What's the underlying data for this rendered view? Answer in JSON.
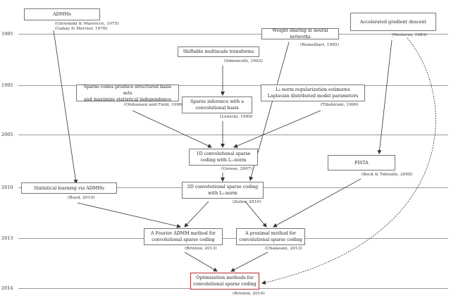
{
  "years": {
    "y1985": "1985",
    "y1995": "1995",
    "y2005": "2005",
    "y2010": "2010",
    "y2013": "2013",
    "y2014": "2014"
  },
  "nodes": {
    "admm": {
      "label": "ADMMs",
      "cite": "(Glowinski & Marrocco, 1975)\n(Gabay & Mercier, 1976)"
    },
    "weight_sharing": {
      "label": "Weight sharing in neural networks",
      "cite": "(Rumelhart, 1985)"
    },
    "accelerated": {
      "label": "Accelerated gradient descent",
      "cite": "(Nesterov, 1983)"
    },
    "shiftable": {
      "label": "Shiftable multiscale transforms",
      "cite": "(Simoncelli, 1992)"
    },
    "sparse_codes": {
      "label": "Sparse codes produce structured basis sets\nand maximize statistical independence",
      "cite": "(Olshausen and Field, 1996)"
    },
    "sparse_inference": {
      "label": "Sparse inference with a\nconvolutional basis",
      "cite": "(Lewicki, 1999)"
    },
    "l1_reg": {
      "label": "L₁-norm regularization estimates\nLaplacian distributed model parameters",
      "cite": "(Tibshirani, 1996)"
    },
    "conv1d": {
      "label": "1D convolutional sparse\ncoding with L₁-norm",
      "cite": "(Grosse, 2007)"
    },
    "fista": {
      "label": "FISTA",
      "cite": "(Beck & Teboulle, 2008)"
    },
    "stat_learning": {
      "label": "Statistical learning via ADMMs",
      "cite": "(Boyd, 2010)"
    },
    "conv2d": {
      "label": "2D convolutional sparse coding\nwith L₁-norm",
      "cite": "(Zeiler, 2010)"
    },
    "fourier_admm": {
      "label": "A Fourier ADMM method for\nconvolutional sparse coding",
      "cite": "(Bristow, 2013)"
    },
    "proximal": {
      "label": "A proximal method for\nconvolutional sparse coding",
      "cite": "(Chalasani, 2013)"
    },
    "optimization": {
      "label": "Optimization methods for\nconvolutional sparse coding",
      "cite": "(Bristow, 2014)"
    }
  },
  "colors": {
    "final_border": "#b03030",
    "edge": "#333333",
    "gridline": "#9a9a9a"
  }
}
